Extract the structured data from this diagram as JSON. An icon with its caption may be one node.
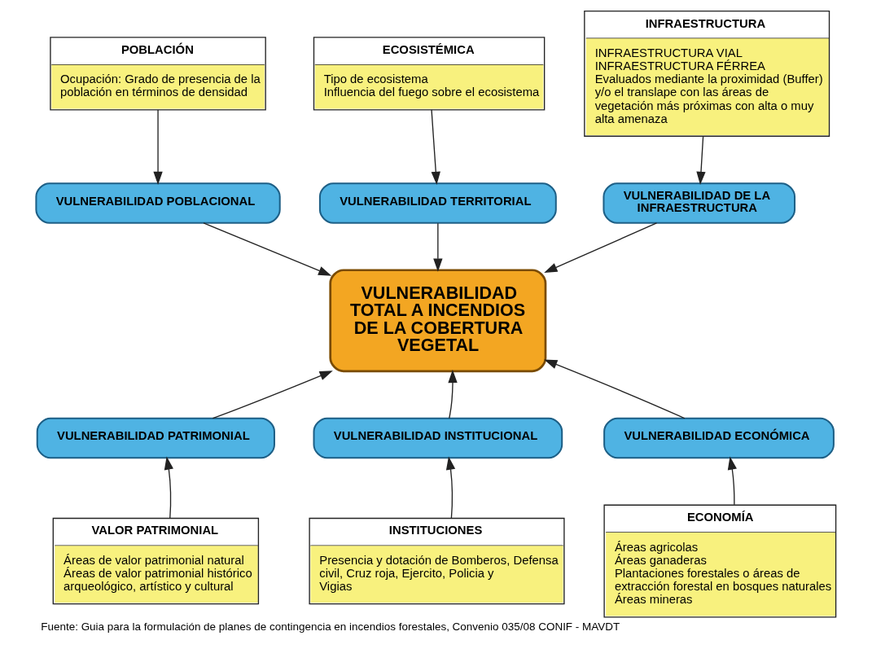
{
  "diagram": {
    "caption": "Fuente: Guia para la formulación de planes de contingencia en incendios forestales, Convenio 035/08 CONIF - MAVDT",
    "nodes": [
      {
        "text": [
          "POBLACIÓN",
          "Ocupación: Grado de presencia de la población en términos de densidad"
        ]
      },
      {
        "text": [
          "ECOSISTÉMICA",
          "Tipo de ecosistema",
          "Influencia del fuego sobre el ecosistema"
        ]
      },
      {
        "text": [
          "INFRAESTRUCTURA",
          "INFRAESTRUCTURA VIAL",
          "INFRAESTRUCTURA FÉRREA",
          "Evaluados mediante la proximidad (Buffer) y/o el translape con las áreas de vegetación más próximas con alta o muy alta amenaza"
        ]
      },
      {
        "text": [
          "VULNERABILIDAD POBLACIONAL"
        ]
      },
      {
        "text": [
          "VULNERABILIDAD TERRITORIAL"
        ]
      },
      {
        "text": [
          "VULNERABILIDAD DE LA INFRAESTRUCTURA"
        ]
      },
      {
        "text": [
          "VULNERABILIDAD TOTAL A INCENDIOS DE LA COBERTURA VEGETAL"
        ]
      },
      {
        "text": [
          "VULNERABILIDAD PATRIMONIAL"
        ]
      },
      {
        "text": [
          "VULNERABILIDAD INSTITUCIONAL"
        ]
      },
      {
        "text": [
          "VULNERABILIDAD ECONÓMICA"
        ]
      },
      {
        "text": [
          "VALOR PATRIMONIAL",
          "Áreas de valor patrimonial natural",
          "Áreas de valor patrimonial histórico arqueológico, artístico y cultural"
        ]
      },
      {
        "text": [
          "ECONOMÍA",
          "Áreas agricolas",
          "Áreas ganaderas",
          "Plantaciones forestales o áreas de extracción forestal en bosques naturales",
          "Áreas mineras"
        ]
      },
      {
        "text": [
          "INSTITUCIONES",
          "Presencia y dotación de Bomberos, Defensa civil, Cruz roja, Ejercito, Policia y Vigias"
        ]
      }
    ],
    "edges": [
      {
        "from": 0,
        "to": 3,
        "arrow": "to"
      },
      {
        "from": 1,
        "to": 4,
        "arrow": "to"
      },
      {
        "from": 2,
        "to": 5,
        "arrow": "to"
      },
      {
        "from": 3,
        "to": 6,
        "arrow": "to"
      },
      {
        "from": 4,
        "to": 6,
        "arrow": "to"
      },
      {
        "from": 5,
        "to": 6,
        "arrow": "to"
      },
      {
        "from": 7,
        "to": 6,
        "arrow": "to"
      },
      {
        "from": 9,
        "to": 6,
        "arrow": "to"
      },
      {
        "from": 8,
        "to": 6,
        "arrow": "to"
      },
      {
        "from": 10,
        "to": 7,
        "arrow": "to"
      },
      {
        "from": 11,
        "to": 9,
        "arrow": "to"
      },
      {
        "from": 12,
        "to": 8,
        "arrow": "to"
      }
    ]
  }
}
